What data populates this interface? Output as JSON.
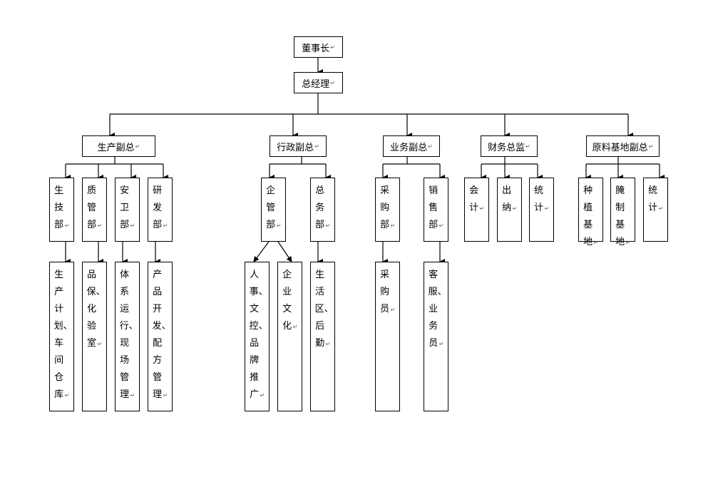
{
  "para_mark": "↵",
  "nodes": {
    "chairman": "董事长",
    "gm": "总经理",
    "vp_production": "生产副总",
    "vp_admin": "行政副总",
    "vp_business": "业务副总",
    "cfo": "财务总监",
    "vp_material": "原料基地副总",
    "prod_tech": "生技部",
    "quality": "质管部",
    "security": "安卫部",
    "rnd": "研发部",
    "prod_tech_sub": "生产计划、车间仓库",
    "quality_sub": "品保、化验室",
    "security_sub": "体系运行、现场管理",
    "rnd_sub": "产品开发、配方管理",
    "enterprise_mgmt": "企管部",
    "general_affairs": "总务部",
    "hr_sub": "人事、文控、品牌推广",
    "culture_sub": "企业文化",
    "ga_sub": "生活区、后勤",
    "purchasing": "采购部",
    "sales": "销售部",
    "purchaser_sub": "采购员",
    "sales_sub": "客服、业务员",
    "accounting": "会计",
    "cashier": "出纳",
    "statistics_fin": "统计",
    "planting": "种植基地",
    "pickling": "腌制基地",
    "statistics_mat": "统计"
  }
}
